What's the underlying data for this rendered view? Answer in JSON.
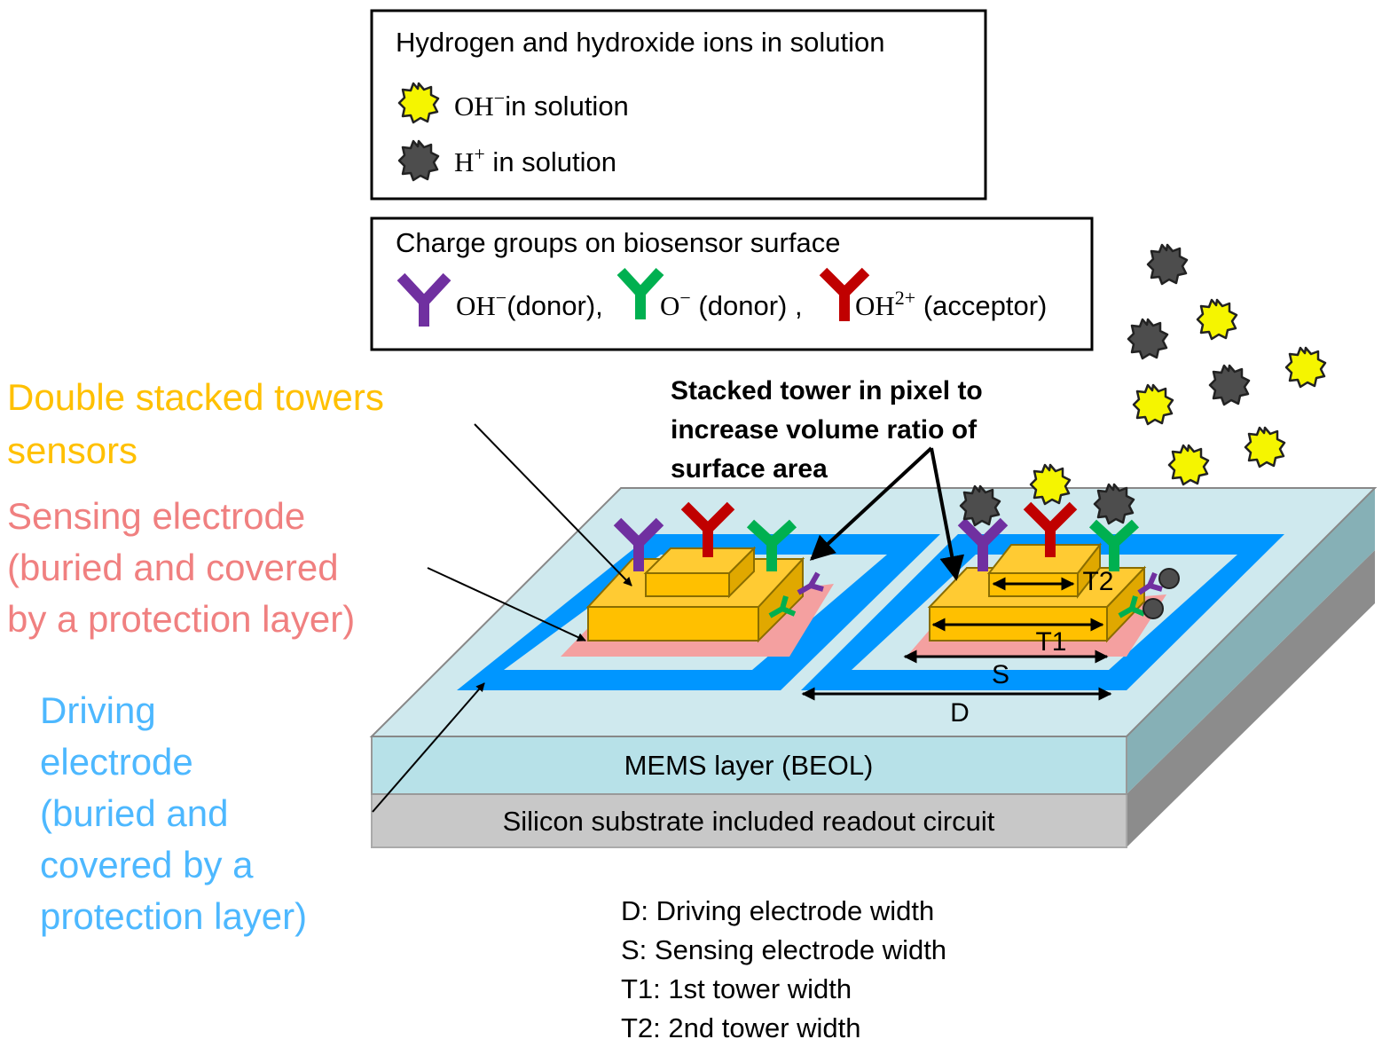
{
  "legend_ions": {
    "title": "Hydrogen and hydroxide ions in solution",
    "oh_symbol": "OH",
    "oh_sup": "−",
    "oh_text": "in solution",
    "h_symbol": "H",
    "h_sup": "+",
    "h_text": " in solution"
  },
  "legend_charges": {
    "title": "Charge groups on biosensor surface",
    "oh_symbol": "OH",
    "oh_sup": "−",
    "oh_text": "(donor),",
    "o_symbol": "O",
    "o_sup": "−",
    "o_text": " (donor) ,",
    "oh2_symbol": "OH",
    "oh2_sup": "2+",
    "oh2_text": " (acceptor)"
  },
  "labels": {
    "towers_line1": "Double stacked towers",
    "towers_line2": "sensors",
    "sensing_line1": "Sensing electrode",
    "sensing_line2": "(buried and covered",
    "sensing_line3": "by a protection layer)",
    "driving_line1": "Driving",
    "driving_line2": "electrode",
    "driving_line3": "(buried and",
    "driving_line4": "covered by a",
    "driving_line5": "protection layer)",
    "stacked_line1": "Stacked tower in pixel to",
    "stacked_line2": "increase volume ratio of",
    "stacked_line3": "surface area",
    "mems": "MEMS layer (BEOL)",
    "silicon": "Silicon substrate included readout circuit"
  },
  "dimensions": {
    "t2": "T2",
    "t1": "T1",
    "s": "S",
    "d": "D"
  },
  "definitions": [
    "D: Driving electrode width",
    "S: Sensing electrode width",
    "T1: 1st tower width",
    "T2: 2nd tower width"
  ],
  "colors": {
    "oh_ion": "#f5f500",
    "h_ion": "#4d4d4d",
    "tower": "#ffc000",
    "sensing_electrode": "#f4a0a0",
    "driving_electrode": "#0096ff",
    "mems_layer": "#b7e1e8",
    "substrate": "#c8c8c8",
    "purple_group": "#7030a0",
    "green_group": "#00b050",
    "red_group": "#c00000",
    "towers_label": "#ffc000",
    "sensing_label": "#f08080",
    "driving_label": "#4db8ff"
  }
}
